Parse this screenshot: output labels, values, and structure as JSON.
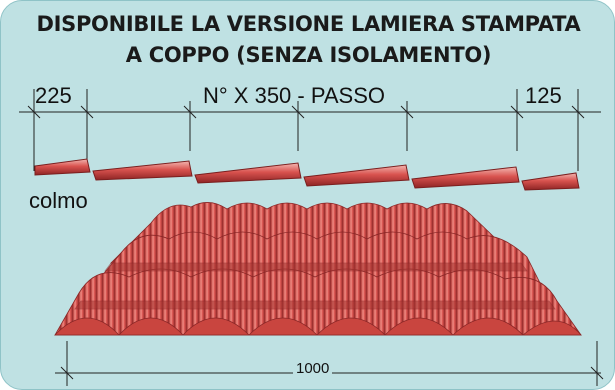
{
  "title": {
    "line1": "DISPONIBILE LA VERSIONE LAMIERA STAMPATA",
    "line2": "A COPPO (SENZA ISOLAMENTO)"
  },
  "dimensions": {
    "left": "225",
    "pitch": "N° X 350 - PASSO",
    "right": "125",
    "total": "1000"
  },
  "labels": {
    "ridge": "colmo"
  },
  "colors": {
    "background": "#bfe1e3",
    "sheet": "#d9534f",
    "sheet_dark": "#9e2b2b",
    "sheet_light": "#f2b3ae"
  }
}
